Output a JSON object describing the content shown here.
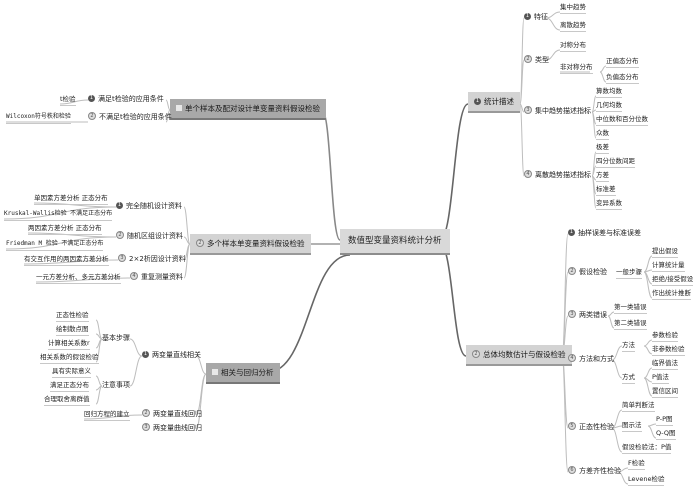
{
  "root": {
    "label": "数值型变量资料统计分析"
  },
  "right": [
    {
      "label": "统计描述",
      "children": [
        {
          "num": "1",
          "label": "特征",
          "children": [
            {
              "label": "集中趋势"
            },
            {
              "label": "离散趋势"
            }
          ]
        },
        {
          "num": "2",
          "label": "类型",
          "children": [
            {
              "label": "对称分布"
            },
            {
              "label": "非对称分布",
              "children": [
                {
                  "label": "正偏态分布"
                },
                {
                  "label": "负偏态分布"
                }
              ]
            }
          ]
        },
        {
          "num": "3",
          "label": "集中趋势描述指标",
          "children": [
            {
              "label": "算数均数"
            },
            {
              "label": "几何均数"
            },
            {
              "label": "中位数和百分位数"
            },
            {
              "label": "众数"
            }
          ]
        },
        {
          "num": "4",
          "label": "离散趋势描述指标",
          "children": [
            {
              "label": "极差"
            },
            {
              "label": "四分位数间距"
            },
            {
              "label": "方差"
            },
            {
              "label": "标准差"
            },
            {
              "label": "变异系数"
            }
          ]
        }
      ]
    },
    {
      "label": "总体均数估计与假设检验",
      "children": [
        {
          "num": "1",
          "label": "抽样误差与标准误差"
        },
        {
          "num": "2",
          "label": "假设检验",
          "children": [
            {
              "label": "一般步骤",
              "children": [
                {
                  "label": "提出假设"
                },
                {
                  "label": "计算统计量"
                },
                {
                  "label": "拒绝/接受假设"
                },
                {
                  "label": "作出统计推断"
                }
              ]
            }
          ]
        },
        {
          "num": "3",
          "label": "两类错误",
          "children": [
            {
              "label": "第一类错误"
            },
            {
              "label": "第二类错误"
            }
          ]
        },
        {
          "num": "4",
          "label": "方法和方式",
          "children": [
            {
              "label": "方法",
              "children": [
                {
                  "label": "参数检验"
                },
                {
                  "label": "非参数检验"
                }
              ]
            },
            {
              "label": "方式",
              "children": [
                {
                  "label": "临界值法"
                },
                {
                  "label": "P值法"
                },
                {
                  "label": "置信区间"
                }
              ]
            }
          ]
        },
        {
          "num": "5",
          "label": "正态性检验",
          "children": [
            {
              "label": "简单判断法"
            },
            {
              "label": "图示法",
              "children": [
                {
                  "label": "P-P图"
                },
                {
                  "label": "Q-Q图"
                }
              ]
            },
            {
              "label": "假设检验法：P值"
            }
          ]
        },
        {
          "num": "6",
          "label": "方差齐性检验",
          "children": [
            {
              "label": "F检验"
            },
            {
              "label": "Levene检验"
            }
          ]
        }
      ]
    }
  ],
  "left": [
    {
      "label": "单个样本及配对设计单变量资料假设检验",
      "children": [
        {
          "num": "1",
          "label": "满足t检验的应用条件",
          "children": [
            {
              "label": "t检验"
            }
          ]
        },
        {
          "num": "2",
          "label": "不满足t检验的应用条件",
          "children": [
            {
              "label": "Wilcoxon符号秩和检验"
            }
          ]
        }
      ]
    },
    {
      "label": "多个样本单变量资料假设检验",
      "children": [
        {
          "num": "1",
          "label": "完全随机设计资料",
          "children": [
            {
              "label": "单因素方差分析  正态分布"
            },
            {
              "label": "Kruskal-Wallis检验  不满足正态分布"
            }
          ]
        },
        {
          "num": "2",
          "label": "随机区组设计资料",
          "children": [
            {
              "label": "两因素方差分析  正态分布"
            },
            {
              "label": "Friedman M 检验  不满足正态分布"
            }
          ]
        },
        {
          "num": "3",
          "label": "2×2析因设计资料",
          "children": [
            {
              "label": "有交互作用的两因素方差分析"
            }
          ]
        },
        {
          "num": "4",
          "label": "重复测量资料",
          "children": [
            {
              "label": "一元方差分析、多元方差分析"
            }
          ]
        }
      ]
    },
    {
      "label": "相关与回归分析",
      "children": [
        {
          "num": "1",
          "label": "两变量直线相关",
          "children": [
            {
              "label": "基本步骤",
              "children": [
                {
                  "label": "正态性检验"
                },
                {
                  "label": "绘制散点图"
                },
                {
                  "label": "计算相关系数r"
                },
                {
                  "label": "相关系数的假设检验"
                }
              ]
            },
            {
              "label": "注意事项",
              "children": [
                {
                  "label": "具有实际意义"
                },
                {
                  "label": "满足正态分布"
                },
                {
                  "label": "合理取舍离群值"
                }
              ]
            }
          ]
        },
        {
          "num": "2",
          "label": "两变量直线回归",
          "children": [
            {
              "label": "回归方程的建立"
            }
          ]
        },
        {
          "num": "3",
          "label": "两变量曲线回归"
        }
      ]
    }
  ]
}
